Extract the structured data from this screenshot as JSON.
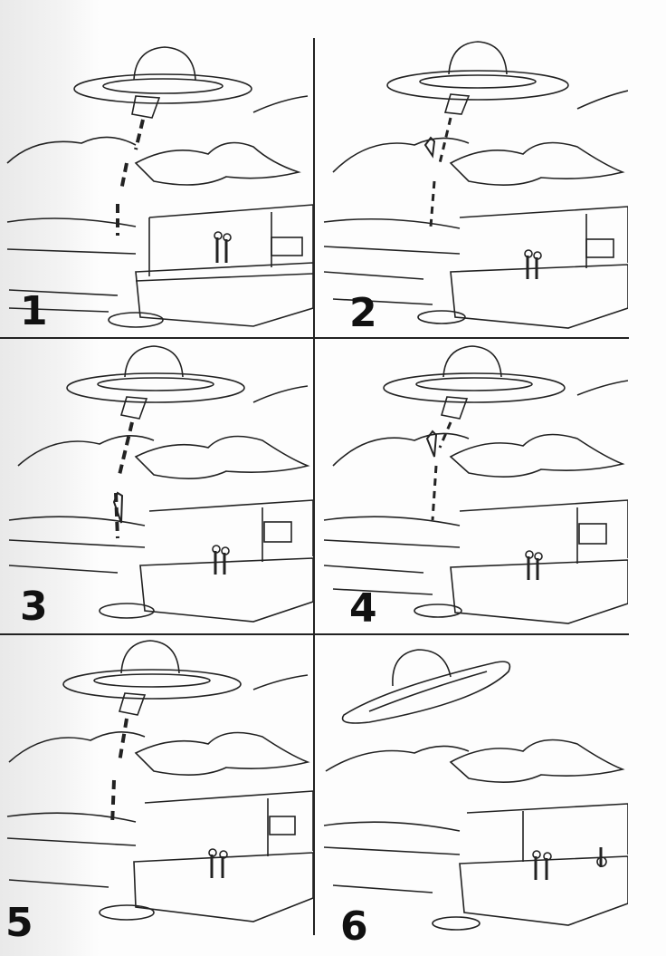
{
  "figure": {
    "panels": [
      {
        "number": "1",
        "stage": "object-hovering-beam-down"
      },
      {
        "number": "2",
        "stage": "figure-descending-beam"
      },
      {
        "number": "3",
        "stage": "figure-on-ground"
      },
      {
        "number": "4",
        "stage": "figure-ascending-beam"
      },
      {
        "number": "5",
        "stage": "beam-retracting"
      },
      {
        "number": "6",
        "stage": "object-departing"
      }
    ]
  }
}
